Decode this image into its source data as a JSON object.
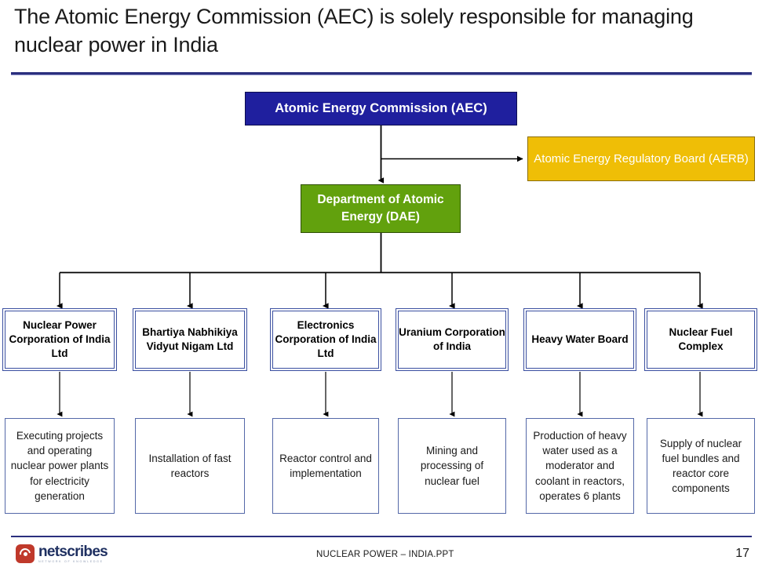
{
  "slide": {
    "title": "The Atomic Energy Commission (AEC) is solely responsible for managing nuclear power in India",
    "page_number": "17",
    "footer_document": "NUCLEAR POWER – INDIA.PPT"
  },
  "branding": {
    "logo_word": "netscribes",
    "logo_tagline": "network of knowledge"
  },
  "colors": {
    "aec_blue": "#1f1f9e",
    "aerb_gold": "#efbe06",
    "dae_green": "#62a10d",
    "box_border_blue": "#3a4fa0",
    "rule_navy": "#2b2f7e",
    "connector_black": "#000000"
  },
  "chart_data": {
    "type": "diagram",
    "diagram_kind": "organization-hierarchy",
    "title": "The Atomic Energy Commission (AEC) is solely responsible for managing nuclear power in India",
    "nodes": [
      {
        "id": "aec",
        "label": "Atomic Energy Commission (AEC)",
        "level": 0,
        "fill": "#1f1f9e",
        "text_color": "#ffffff"
      },
      {
        "id": "aerb",
        "label": "Atomic Energy Regulatory Board (AERB)",
        "level": 1,
        "fill": "#efbe06",
        "text_color": "#ffffff"
      },
      {
        "id": "dae",
        "label": "Department of Atomic Energy (DAE)",
        "level": 1,
        "fill": "#62a10d",
        "text_color": "#ffffff"
      }
    ],
    "edges": [
      {
        "from": "aec",
        "to": "aerb",
        "style": "arrow"
      },
      {
        "from": "aec",
        "to": "dae",
        "style": "arrow"
      },
      {
        "from": "dae",
        "to": "org-0",
        "style": "arrow"
      },
      {
        "from": "dae",
        "to": "org-1",
        "style": "arrow"
      },
      {
        "from": "dae",
        "to": "org-2",
        "style": "arrow"
      },
      {
        "from": "dae",
        "to": "org-3",
        "style": "arrow"
      },
      {
        "from": "dae",
        "to": "org-4",
        "style": "arrow"
      },
      {
        "from": "dae",
        "to": "org-5",
        "style": "arrow"
      },
      {
        "from": "org-0",
        "to": "desc-0",
        "style": "arrow"
      },
      {
        "from": "org-1",
        "to": "desc-1",
        "style": "arrow"
      },
      {
        "from": "org-2",
        "to": "desc-2",
        "style": "arrow"
      },
      {
        "from": "org-3",
        "to": "desc-3",
        "style": "arrow"
      },
      {
        "from": "org-4",
        "to": "desc-4",
        "style": "arrow"
      },
      {
        "from": "org-5",
        "to": "desc-5",
        "style": "arrow"
      }
    ]
  },
  "hierarchy": {
    "root": {
      "label": "Atomic Energy Commission (AEC)"
    },
    "regulator": {
      "label": "Atomic Energy Regulatory Board (AERB)"
    },
    "department": {
      "label": "Department of Atomic Energy (DAE)"
    },
    "organizations": [
      {
        "name": "Nuclear Power Corporation of India Ltd",
        "description": "Executing projects and operating nuclear power plants for electricity generation"
      },
      {
        "name": "Bhartiya Nabhikiya Vidyut Nigam Ltd",
        "description": "Installation of fast reactors"
      },
      {
        "name": "Electronics Corporation of India Ltd",
        "description": "Reactor control and implementation"
      },
      {
        "name": "Uranium Corporation of India",
        "description": "Mining and processing of nuclear fuel"
      },
      {
        "name": "Heavy Water Board",
        "description": "Production of heavy water used as a moderator and coolant in reactors, operates 6 plants"
      },
      {
        "name": "Nuclear Fuel Complex",
        "description": "Supply of nuclear fuel bundles and reactor core components"
      }
    ]
  }
}
